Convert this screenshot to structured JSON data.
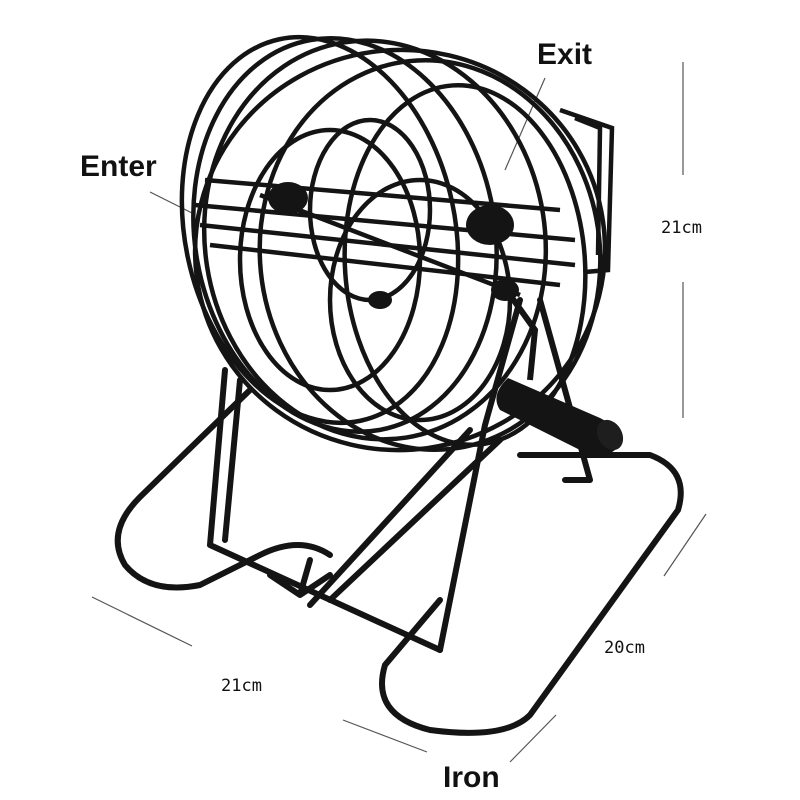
{
  "product": {
    "name": "",
    "material_label": "Iron"
  },
  "labels": {
    "exit": "Exit",
    "enter": "Enter"
  },
  "dimensions": {
    "height": "21cm",
    "depth": "20cm",
    "width": "21cm"
  },
  "colors": {
    "wire": "#141414",
    "background": "#ffffff",
    "guide_line": "#555555"
  }
}
